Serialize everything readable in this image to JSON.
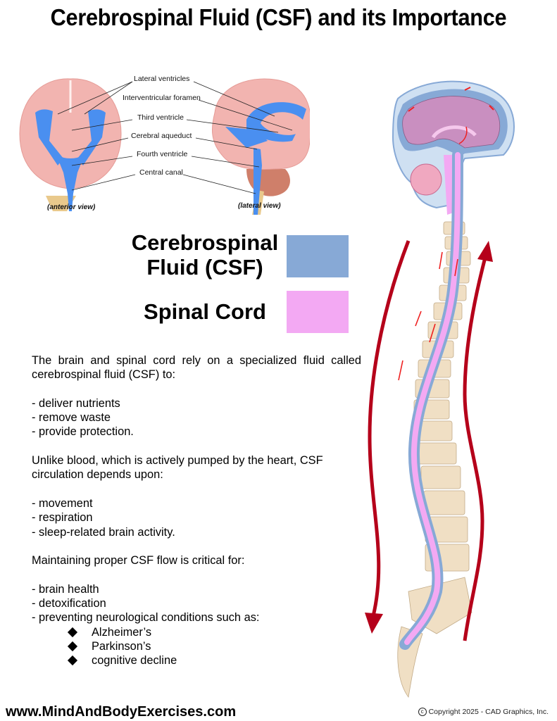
{
  "title": "Cerebrospinal Fluid (CSF) and its Importance",
  "brain_figure": {
    "labels": [
      "Lateral ventricles",
      "Interventricular foramen",
      "Third ventricle",
      "Cerebral aqueduct",
      "Fourth ventricle",
      "Central canal"
    ],
    "captions": {
      "anterior": "(anterior view)",
      "lateral": "(lateral view)"
    }
  },
  "legend": {
    "items": [
      {
        "label_line1": "Cerebrospinal",
        "label_line2": "Fluid (CSF)",
        "color": "#87a9d6"
      },
      {
        "label_line1": "Spinal Cord",
        "color": "#f3a9f3"
      }
    ]
  },
  "body": {
    "intro": "The brain and spinal cord rely on a specialized fluid called cerebrospinal fluid (CSF) to:",
    "functions": [
      "- deliver nutrients",
      "- remove waste",
      "- provide protection."
    ],
    "circulation_intro": "Unlike blood, which is actively pumped by the heart, CSF circulation depends upon:",
    "circulation_factors": [
      "- movement",
      "- respiration",
      "- sleep-related brain activity."
    ],
    "importance_intro": "Maintaining proper CSF flow is critical for:",
    "importance_items": [
      "- brain health",
      "- detoxification",
      "- preventing neurological conditions such as:"
    ],
    "conditions": [
      "Alzheimer’s",
      "Parkinson’s",
      "cognitive decline"
    ]
  },
  "colors": {
    "csf_blue": "#87a9d6",
    "ventricle_blue": "#4a8ff0",
    "spinal_cord_pink": "#f3a9f3",
    "brain_pink": "#f2b4b0",
    "brain_sagittal": "#c98fc0",
    "bone": "#f0dfc4",
    "flow_arrow": "#b5001a",
    "small_arrow": "#ee2020"
  },
  "footer": {
    "url": "www.MindAndBodyExercises.com",
    "copyright_symbol": "c",
    "copyright": "Copyright 2025 - CAD Graphics, Inc."
  }
}
